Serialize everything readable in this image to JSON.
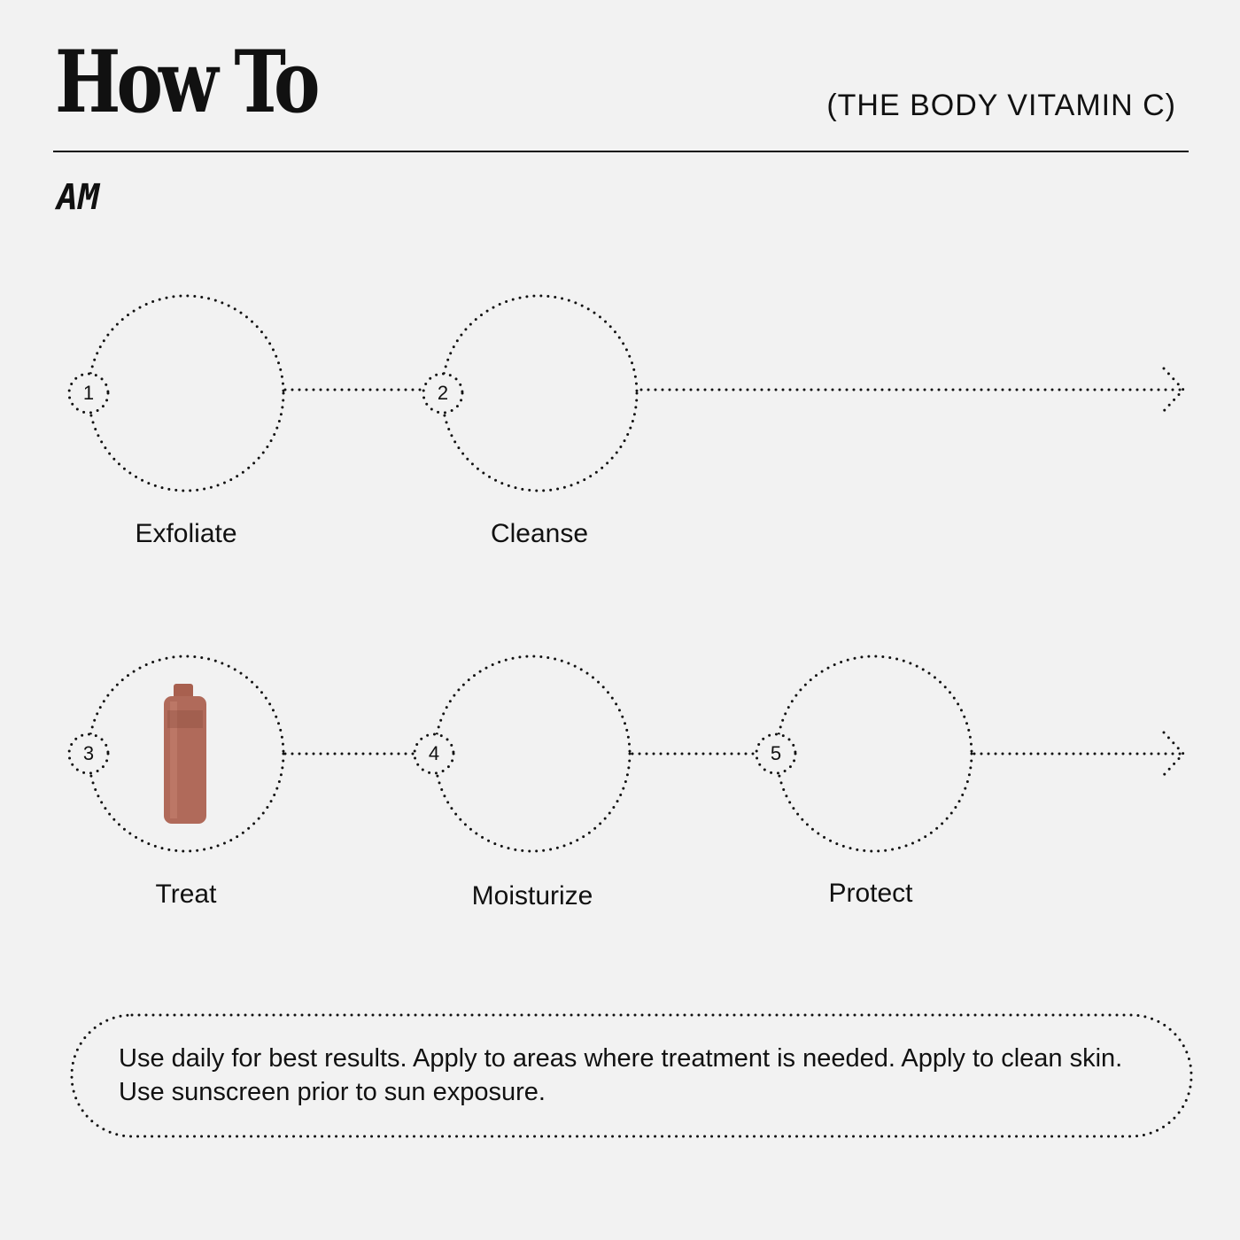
{
  "header": {
    "title": "How To",
    "product": "(THE BODY VITAMIN C)",
    "section": "AM"
  },
  "steps": [
    {
      "number": "1",
      "label": "Exfoliate"
    },
    {
      "number": "2",
      "label": "Cleanse"
    },
    {
      "number": "3",
      "label": "Treat"
    },
    {
      "number": "4",
      "label": "Moisturize"
    },
    {
      "number": "5",
      "label": "Protect"
    }
  ],
  "note": "Use daily for best results. Apply to areas where treatment is needed.  Apply to clean skin. Use sunscreen prior to sun exposure.",
  "colors": {
    "background": "#f2f2f2",
    "ink": "#111111",
    "bottle": "#b06a5a"
  }
}
